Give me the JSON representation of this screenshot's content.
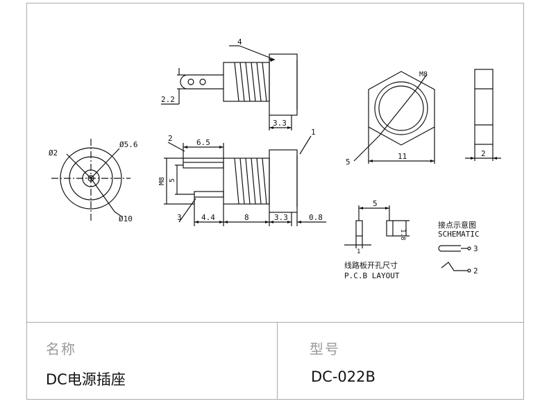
{
  "drawing": {
    "dims": {
      "d22": "2.2",
      "d33a": "3.3",
      "d65": "6.5",
      "d5": "5",
      "dM8": "M8",
      "d44": "4.4",
      "d8": "8",
      "d33b": "3.3",
      "d08": "0.8",
      "phi2": "Ø2",
      "phi56": "Ø5.6",
      "phi10": "Ø10",
      "hexM8": "M8",
      "d11": "11",
      "d2": "2",
      "pcb5": "5",
      "pcb1": "1",
      "pcb18": "1.8"
    },
    "callouts": {
      "c1": "1",
      "c2": "2",
      "c3": "3",
      "c4": "4",
      "c5": "5"
    },
    "pcb_layout": {
      "title_cn": "线路板开孔尺寸",
      "title_en": "P.C.B  LAYOUT"
    },
    "schematic": {
      "title_cn": "接点示意图",
      "title_en": "SCHEMATIC",
      "pin3": "3",
      "pin2": "2"
    }
  },
  "table": {
    "name_label": "名称",
    "name_value": "DC电源插座",
    "model_label": "型号",
    "model_value": "DC-022B"
  }
}
